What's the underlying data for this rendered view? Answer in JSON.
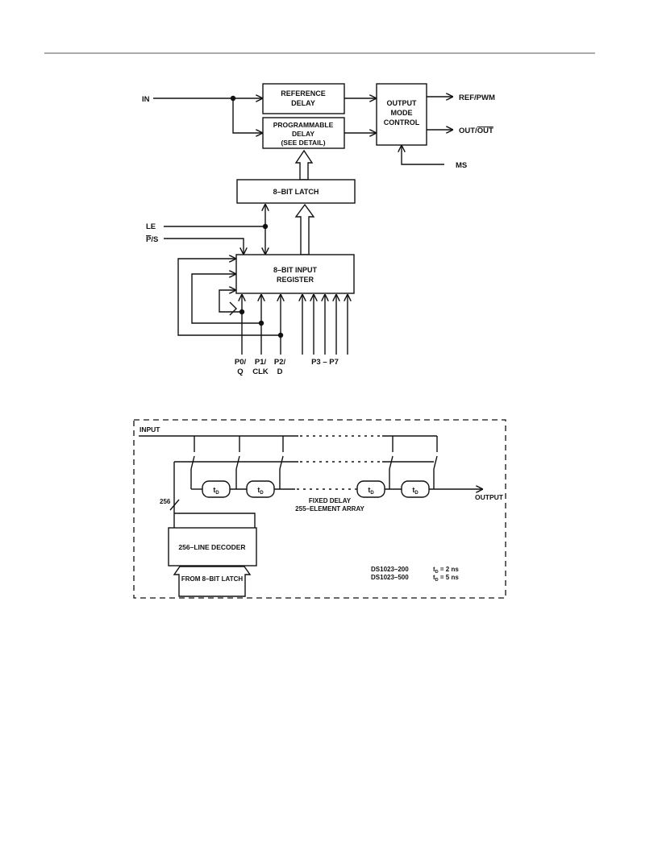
{
  "block_diagram": {
    "inputs": {
      "in": "IN",
      "le": "LE",
      "ps_bar": "P",
      "ps_rest": "/S",
      "ms": "MS"
    },
    "blocks": {
      "reference_delay": [
        "REFERENCE",
        "DELAY"
      ],
      "programmable_delay": [
        "PROGRAMMABLE",
        "DELAY",
        "(SEE DETAIL)"
      ],
      "output_mode_control": [
        "OUTPUT",
        "MODE",
        "CONTROL"
      ],
      "latch": "8–BIT LATCH",
      "input_register": [
        "8–BIT INPUT",
        "REGISTER"
      ]
    },
    "outputs": {
      "ref_pwm": "REF/PWM",
      "out_prefix": "OUT/",
      "out_bar": "OUT"
    },
    "pins": {
      "p0": [
        "P0/",
        "Q"
      ],
      "p1": [
        "P1/",
        "CLK"
      ],
      "p2": [
        "P2/",
        "D"
      ],
      "p3_p7": "P3 – P7"
    }
  },
  "detail": {
    "input_label": "INPUT",
    "output_label": "OUTPUT",
    "element_label": "t",
    "element_sub": "D",
    "bus_width": "256",
    "array_caption": [
      "FIXED DELAY",
      "255–ELEMENT ARRAY"
    ],
    "decoder": "256–LINE DECODER",
    "from_latch": "FROM 8–BIT LATCH",
    "specs": [
      {
        "part": "DS1023–200",
        "t": "t",
        "sub": "D",
        "value": " = 2 ns"
      },
      {
        "part": "DS1023–500",
        "t": "t",
        "sub": "D",
        "value": " = 5 ns"
      }
    ]
  }
}
